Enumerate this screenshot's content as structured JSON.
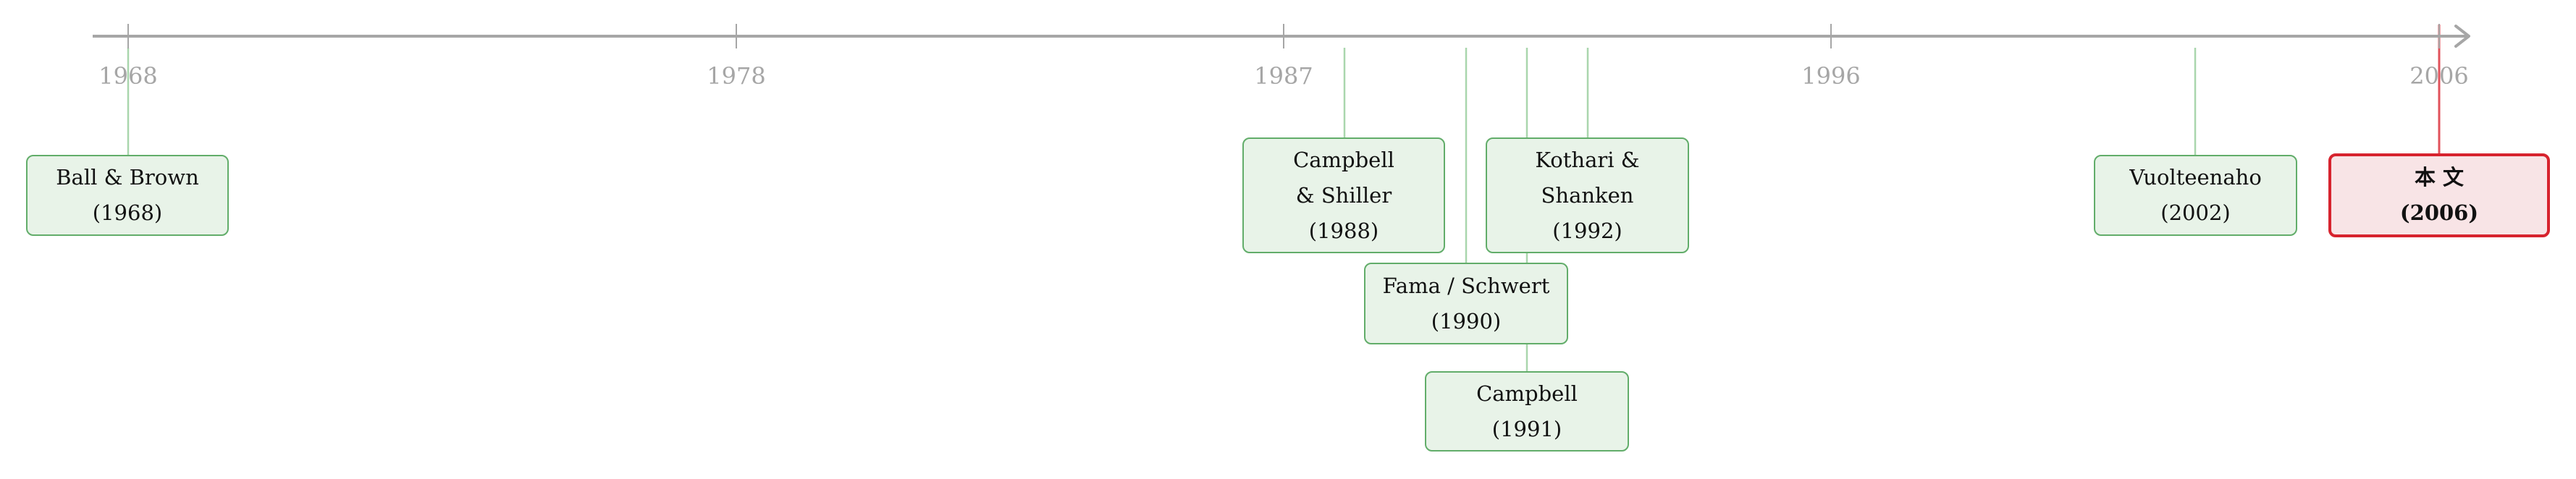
{
  "axis": {
    "ticks": [
      "1968",
      "1978",
      "1987",
      "1996",
      "2006"
    ],
    "color": "#a6a6a6"
  },
  "events": [
    {
      "id": "ball-brown",
      "lines": [
        "Ball & Brown",
        "(1968)"
      ],
      "style": "prior"
    },
    {
      "id": "campbell-shiller",
      "lines": [
        "Campbell",
        "& Shiller",
        "(1988)"
      ],
      "style": "prior"
    },
    {
      "id": "fama-schwert",
      "lines": [
        "Fama / Schwert",
        "(1990)"
      ],
      "style": "prior"
    },
    {
      "id": "campbell-1991",
      "lines": [
        "Campbell",
        "(1991)"
      ],
      "style": "prior"
    },
    {
      "id": "kothari-shanken",
      "lines": [
        "Kothari &",
        "Shanken",
        "(1992)"
      ],
      "style": "prior"
    },
    {
      "id": "vuolteenaho",
      "lines": [
        "Vuolteenaho",
        "(2002)"
      ],
      "style": "prior"
    },
    {
      "id": "this-paper",
      "lines": [
        "本 文",
        "(2006)"
      ],
      "style": "current"
    }
  ],
  "colors": {
    "prior_fill": "#e8f3e8",
    "prior_border": "#62ad6a",
    "connector_prior": "#a9d6ad",
    "current_fill": "#f8e4e6",
    "current_border": "#d7232e",
    "connector_current": "#e0525b"
  }
}
